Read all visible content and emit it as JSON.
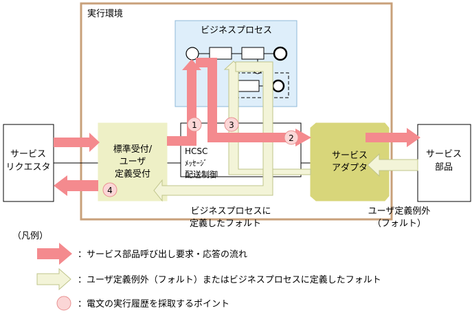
{
  "execution_env": {
    "label": "実行環境"
  },
  "business_process": {
    "label": "ビジネスプロセス"
  },
  "service_requester": {
    "line1": "サービス",
    "line2": "リクエスタ"
  },
  "standard_reception": {
    "line1": "標準受付/",
    "line2": "ユーザ",
    "line3": "定義受付"
  },
  "hcsc": {
    "line1": "HCSC",
    "line2": "ﾒｯｾｰｼﾞ",
    "line3": "配送制御"
  },
  "service_adapter": {
    "line1": "サービス",
    "line2": "アダプタ"
  },
  "service_component": {
    "line1": "サービス",
    "line2": "部品"
  },
  "bp_fault": {
    "line1": "ビジネスプロセスに",
    "line2": "定義したフォルト"
  },
  "user_exception": {
    "line1": "ユーザ定義例外",
    "line2": "（フォルト）"
  },
  "points": [
    "1",
    "2",
    "3",
    "4"
  ],
  "legend": {
    "title": "（凡例）",
    "red_arrow": "：サービス部品呼び出し要求・応答の流れ",
    "yellow_arrow": "：ユーザ定義例外（フォルト）またはビジネスプロセスに定義したフォルト",
    "circle": "：電文の実行履歴を採取するポイント"
  },
  "colors": {
    "env_border": "#c8a07a",
    "bp_fill": "#deeefa",
    "bp_border": "#8fb8d8",
    "reception_fill": "#eef0c6",
    "adapter_fill": "#d8d67a",
    "request_arrow": "#f48a8e",
    "fault_arrow_fill": "#f3f4d8",
    "fault_arrow_stroke": "#bfc48a",
    "point_fill": "#fbd6d6",
    "point_stroke": "#e89090"
  }
}
